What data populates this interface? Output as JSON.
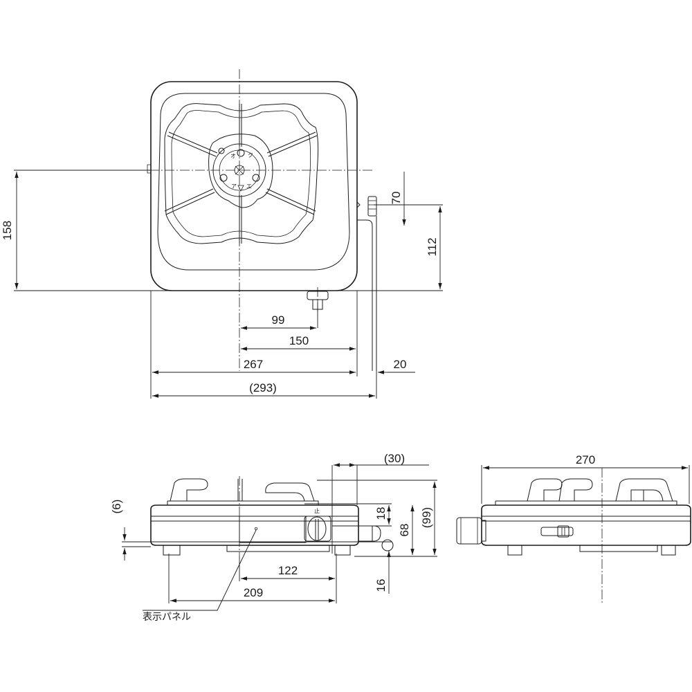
{
  "top_view": {
    "dims": {
      "d158": "158",
      "d70": "70",
      "d112": "112",
      "d99": "99",
      "d150": "150",
      "d267": "267",
      "d20": "20",
      "d293": "(293)"
    },
    "burner_marks": [
      "オ",
      "ク",
      "ア",
      "エ"
    ]
  },
  "front_view": {
    "dims": {
      "d30": "(30)",
      "d6": "(6)",
      "d18": "18",
      "d68": "68",
      "d99": "(99)",
      "d122": "122",
      "d209": "209",
      "d16": "16"
    },
    "knob_mark": "止",
    "callout_label": "表示パネル"
  },
  "side_view": {
    "dims": {
      "d270": "270"
    }
  }
}
